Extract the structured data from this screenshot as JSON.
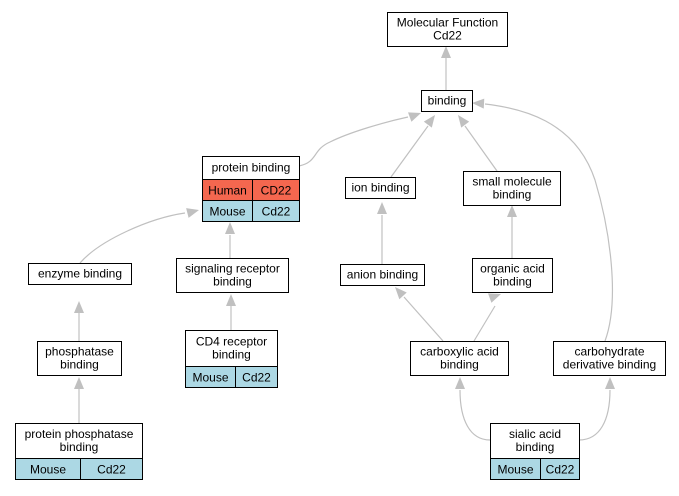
{
  "graph": {
    "colors": {
      "edge": "#c0c0c0",
      "box_border": "#000000",
      "box_fill": "#ffffff",
      "human": "#f4674f",
      "mouse": "#acd8e4"
    },
    "nodes": [
      {
        "id": "molecular-function",
        "lines": [
          "Molecular Function",
          "Cd22"
        ]
      },
      {
        "id": "binding",
        "lines": [
          "binding"
        ]
      },
      {
        "id": "protein-binding",
        "lines": [
          "protein binding"
        ],
        "rows": [
          {
            "kind": "human",
            "species": "Human",
            "gene": "CD22"
          },
          {
            "kind": "mouse",
            "species": "Mouse",
            "gene": "Cd22"
          }
        ]
      },
      {
        "id": "ion-binding",
        "lines": [
          "ion binding"
        ]
      },
      {
        "id": "small-molecule-binding",
        "lines": [
          "small molecule",
          "binding"
        ]
      },
      {
        "id": "enzyme-binding",
        "lines": [
          "enzyme binding"
        ]
      },
      {
        "id": "signaling-receptor-binding",
        "lines": [
          "signaling receptor",
          "binding"
        ]
      },
      {
        "id": "anion-binding",
        "lines": [
          "anion binding"
        ]
      },
      {
        "id": "organic-acid-binding",
        "lines": [
          "organic acid",
          "binding"
        ]
      },
      {
        "id": "phosphatase-binding",
        "lines": [
          "phosphatase",
          "binding"
        ]
      },
      {
        "id": "cd4-receptor-binding",
        "lines": [
          "CD4 receptor",
          "binding"
        ],
        "rows": [
          {
            "kind": "mouse",
            "species": "Mouse",
            "gene": "Cd22"
          }
        ]
      },
      {
        "id": "carboxylic-acid-binding",
        "lines": [
          "carboxylic acid",
          "binding"
        ]
      },
      {
        "id": "carbohydrate-derivative-binding",
        "lines": [
          "carbohydrate",
          "derivative binding"
        ]
      },
      {
        "id": "protein-phosphatase-binding",
        "lines": [
          "protein phosphatase",
          "binding"
        ],
        "rows": [
          {
            "kind": "mouse",
            "species": "Mouse",
            "gene": "Cd22"
          }
        ]
      },
      {
        "id": "sialic-acid-binding",
        "lines": [
          "sialic acid",
          "binding"
        ],
        "rows": [
          {
            "kind": "mouse",
            "species": "Mouse",
            "gene": "Cd22"
          }
        ]
      }
    ],
    "edges": [
      {
        "from": "binding",
        "to": "molecular-function"
      },
      {
        "from": "protein-binding",
        "to": "binding"
      },
      {
        "from": "ion-binding",
        "to": "binding"
      },
      {
        "from": "small-molecule-binding",
        "to": "binding"
      },
      {
        "from": "carbohydrate-derivative-binding",
        "to": "binding"
      },
      {
        "from": "enzyme-binding",
        "to": "protein-binding"
      },
      {
        "from": "signaling-receptor-binding",
        "to": "protein-binding"
      },
      {
        "from": "anion-binding",
        "to": "ion-binding"
      },
      {
        "from": "organic-acid-binding",
        "to": "small-molecule-binding"
      },
      {
        "from": "phosphatase-binding",
        "to": "enzyme-binding"
      },
      {
        "from": "cd4-receptor-binding",
        "to": "signaling-receptor-binding"
      },
      {
        "from": "carboxylic-acid-binding",
        "to": "anion-binding"
      },
      {
        "from": "carboxylic-acid-binding",
        "to": "organic-acid-binding"
      },
      {
        "from": "protein-phosphatase-binding",
        "to": "phosphatase-binding"
      },
      {
        "from": "sialic-acid-binding",
        "to": "carboxylic-acid-binding"
      },
      {
        "from": "sialic-acid-binding",
        "to": "carbohydrate-derivative-binding"
      }
    ]
  }
}
